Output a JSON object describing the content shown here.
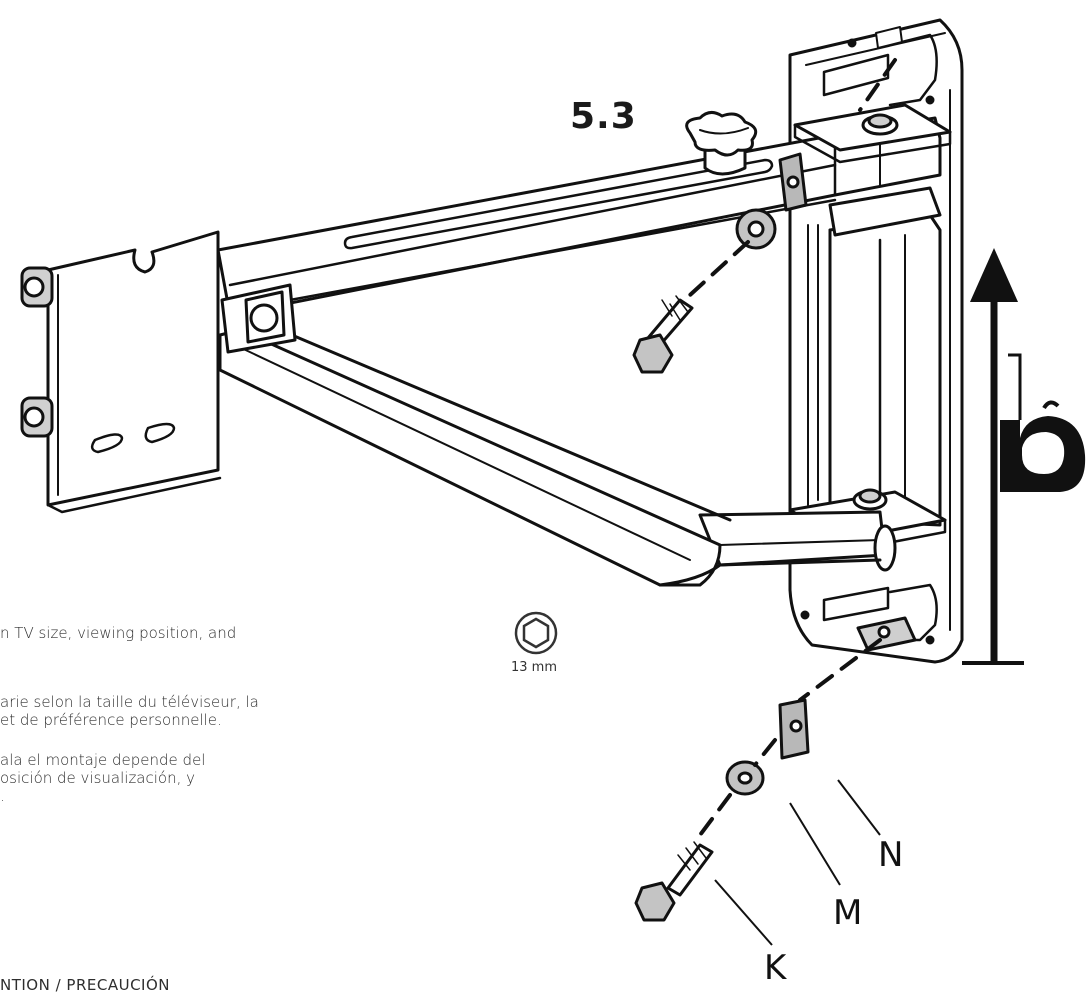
{
  "step": "5.3",
  "tool": {
    "size": "13 mm",
    "icon": "hex-socket-icon"
  },
  "parts": {
    "n": "N",
    "m": "M",
    "k": "K"
  },
  "notes": {
    "en": "n TV size, viewing position, and",
    "fr_1": "arie selon la taille du téléviseur, la",
    "fr_2": "et de préférence personnelle.",
    "es_1": "ala el montaje depende del",
    "es_2": "osición de visualización, y",
    "es_3": "."
  },
  "caution": "NTION / PRECAUCIÓN"
}
